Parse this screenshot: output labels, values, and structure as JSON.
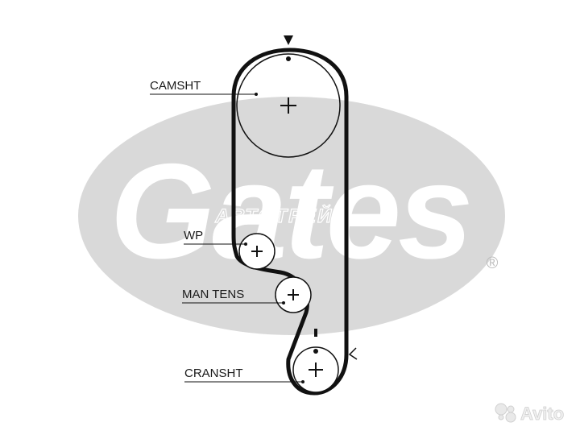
{
  "watermark": {
    "brand_word": "Gates",
    "registered_mark": "®",
    "overlay_text": "АВТОТРЕЙД",
    "color": "#d8d8d8"
  },
  "diagram": {
    "labels": {
      "camshaft": "CAMSHT",
      "water_pump": "WP",
      "man_tens": "MAN TENS",
      "crankshaft": "CRANSHT"
    },
    "belt_color": "#111111",
    "marker_color": "#111111"
  },
  "avito": {
    "name": "Avito"
  }
}
